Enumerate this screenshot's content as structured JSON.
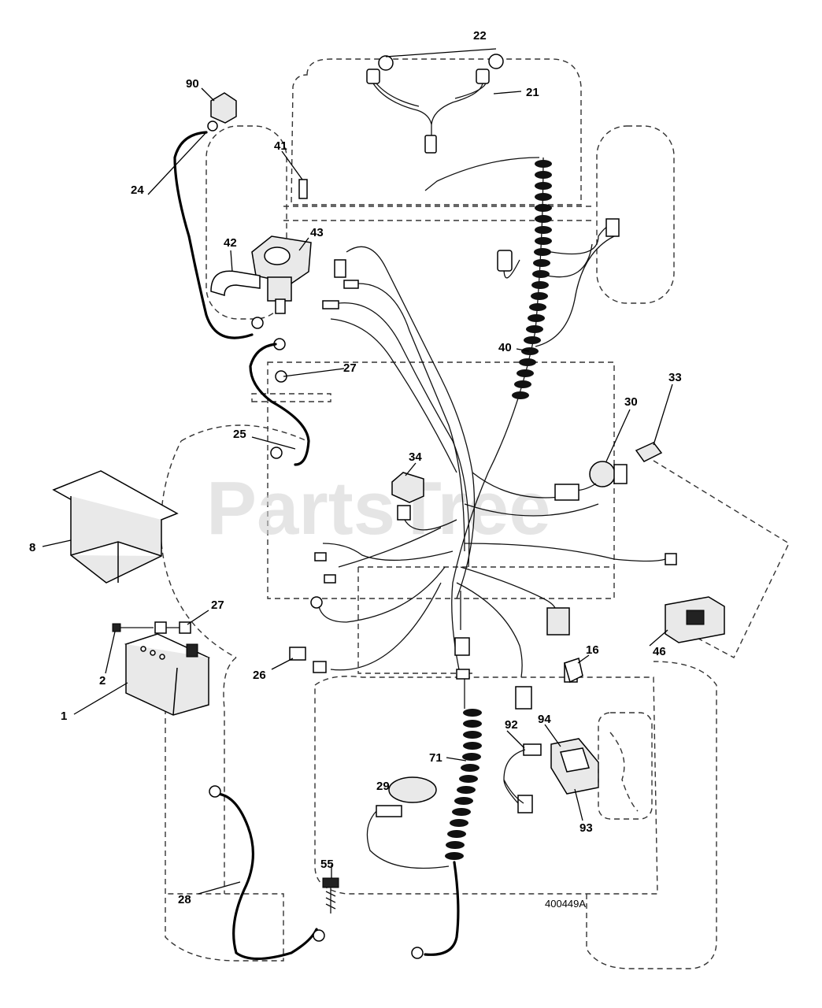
{
  "diagram": {
    "drawing_number": "400449A",
    "watermark": "PartsTree",
    "callouts": [
      {
        "id": "c22",
        "label": "22"
      },
      {
        "id": "c21",
        "label": "21"
      },
      {
        "id": "c90",
        "label": "90"
      },
      {
        "id": "c41",
        "label": "41"
      },
      {
        "id": "c24",
        "label": "24"
      },
      {
        "id": "c43",
        "label": "43"
      },
      {
        "id": "c42",
        "label": "42"
      },
      {
        "id": "c40",
        "label": "40"
      },
      {
        "id": "c27a",
        "label": "27"
      },
      {
        "id": "c33",
        "label": "33"
      },
      {
        "id": "c30",
        "label": "30"
      },
      {
        "id": "c25",
        "label": "25"
      },
      {
        "id": "c34",
        "label": "34"
      },
      {
        "id": "c8",
        "label": "8"
      },
      {
        "id": "c27b",
        "label": "27"
      },
      {
        "id": "c2",
        "label": "2"
      },
      {
        "id": "c16",
        "label": "16"
      },
      {
        "id": "c46",
        "label": "46"
      },
      {
        "id": "c26",
        "label": "26"
      },
      {
        "id": "c1",
        "label": "1"
      },
      {
        "id": "c94",
        "label": "94"
      },
      {
        "id": "c92",
        "label": "92"
      },
      {
        "id": "c71",
        "label": "71"
      },
      {
        "id": "c29",
        "label": "29"
      },
      {
        "id": "c93",
        "label": "93"
      },
      {
        "id": "c55",
        "label": "55"
      },
      {
        "id": "c28",
        "label": "28"
      }
    ]
  }
}
